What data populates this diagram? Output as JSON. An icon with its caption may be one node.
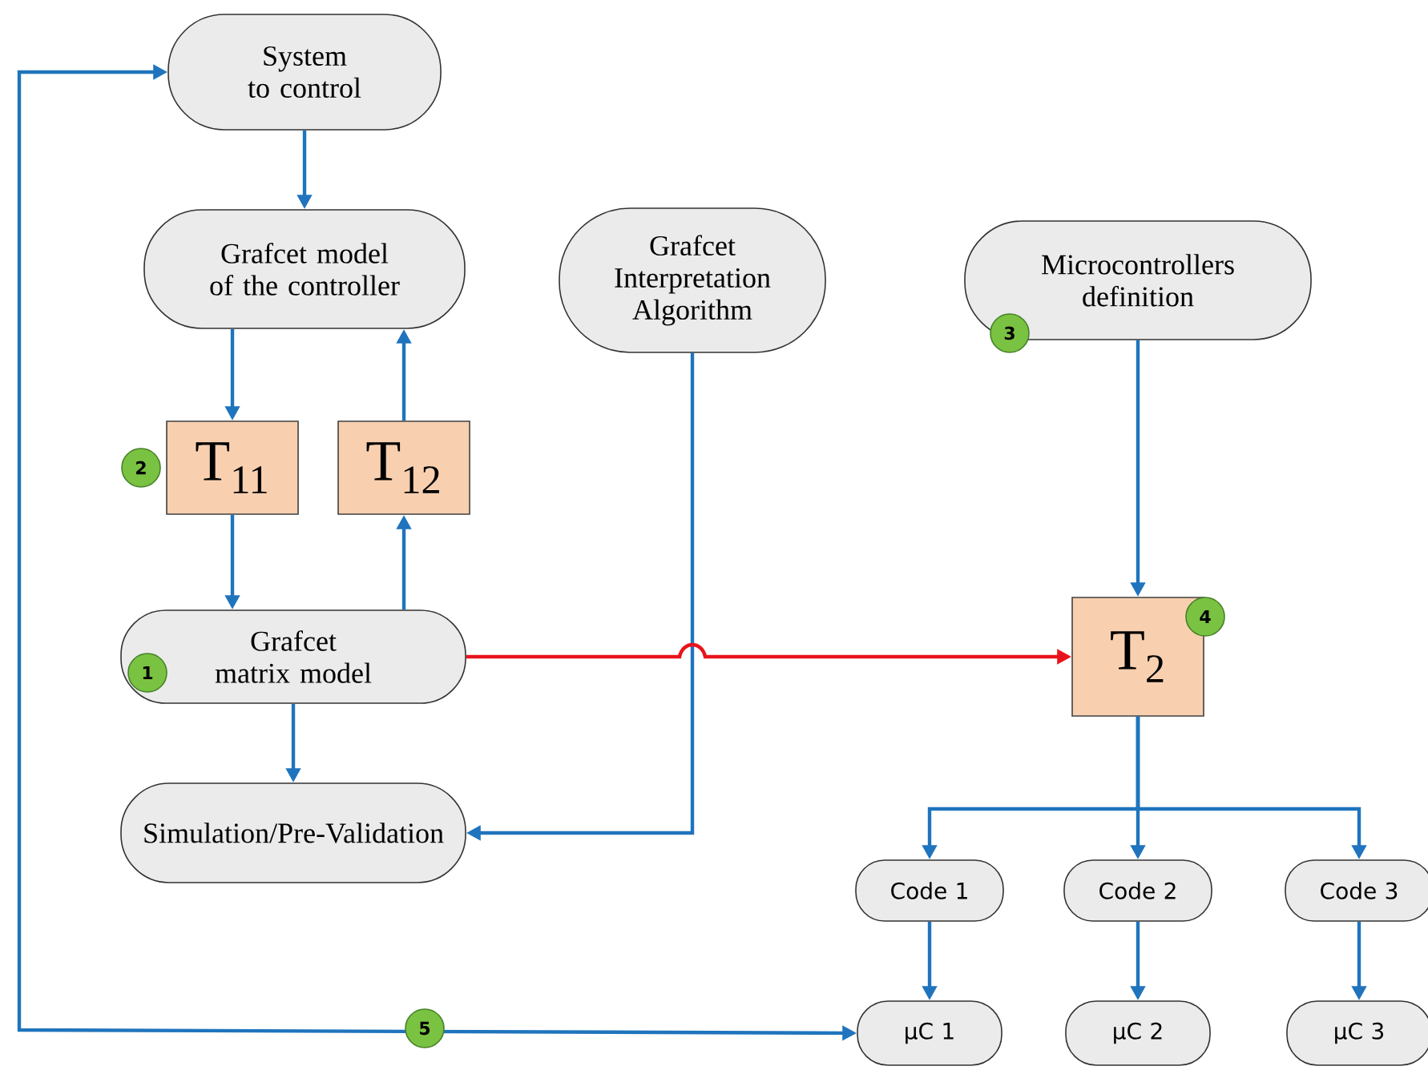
{
  "diagram": {
    "nodes": [
      {
        "text": [
          "System to control"
        ]
      },
      {
        "text": [
          "Grafcet model of the controller"
        ]
      },
      {
        "text": [
          "Grafcet Interpretation Algorithm"
        ]
      },
      {
        "text": [
          "Microcontrollers definition"
        ]
      },
      {
        "text": [
          "T$_{11}$"
        ]
      },
      {
        "text": [
          "T$_{12}$"
        ]
      },
      {
        "text": [
          "Grafcet matrix model"
        ]
      },
      {
        "text": [
          "Simulation/Pre-Validation"
        ]
      },
      {
        "text": [
          "T$_{2}$"
        ]
      },
      {
        "text": [
          "Code 1"
        ]
      },
      {
        "text": [
          "Code 2"
        ]
      },
      {
        "text": [
          "Code 3"
        ]
      },
      {
        "text": [
          "μC 1"
        ]
      },
      {
        "text": [
          "μC 2"
        ]
      },
      {
        "text": [
          "μC 3"
        ]
      }
    ],
    "edges": [
      {
        "from": 0,
        "to": 1,
        "arrow": "to"
      },
      {
        "from": 1,
        "to": 4,
        "arrow": "to"
      },
      {
        "from": 5,
        "to": 1,
        "arrow": "to"
      },
      {
        "from": 4,
        "to": 6,
        "arrow": "to"
      },
      {
        "from": 6,
        "to": 5,
        "arrow": "to"
      },
      {
        "from": 6,
        "to": 7,
        "arrow": "to"
      },
      {
        "from": 2,
        "to": 7,
        "arrow": "to"
      },
      {
        "from": 3,
        "to": 8,
        "arrow": "to"
      },
      {
        "from": 6,
        "to": 8,
        "arrow": "to",
        "color": "#e8141b"
      },
      {
        "from": 8,
        "to": 9,
        "arrow": "to"
      },
      {
        "from": 8,
        "to": 10,
        "arrow": "to"
      },
      {
        "from": 8,
        "to": 11,
        "arrow": "to"
      },
      {
        "from": 9,
        "to": 12,
        "arrow": "to"
      },
      {
        "from": 10,
        "to": 13,
        "arrow": "to"
      },
      {
        "from": 11,
        "to": 14,
        "arrow": "to"
      },
      {
        "from": 12,
        "to": 0,
        "arrow": "both"
      }
    ],
    "labels": [
      "3",
      "2",
      "4",
      "1",
      "5"
    ]
  }
}
